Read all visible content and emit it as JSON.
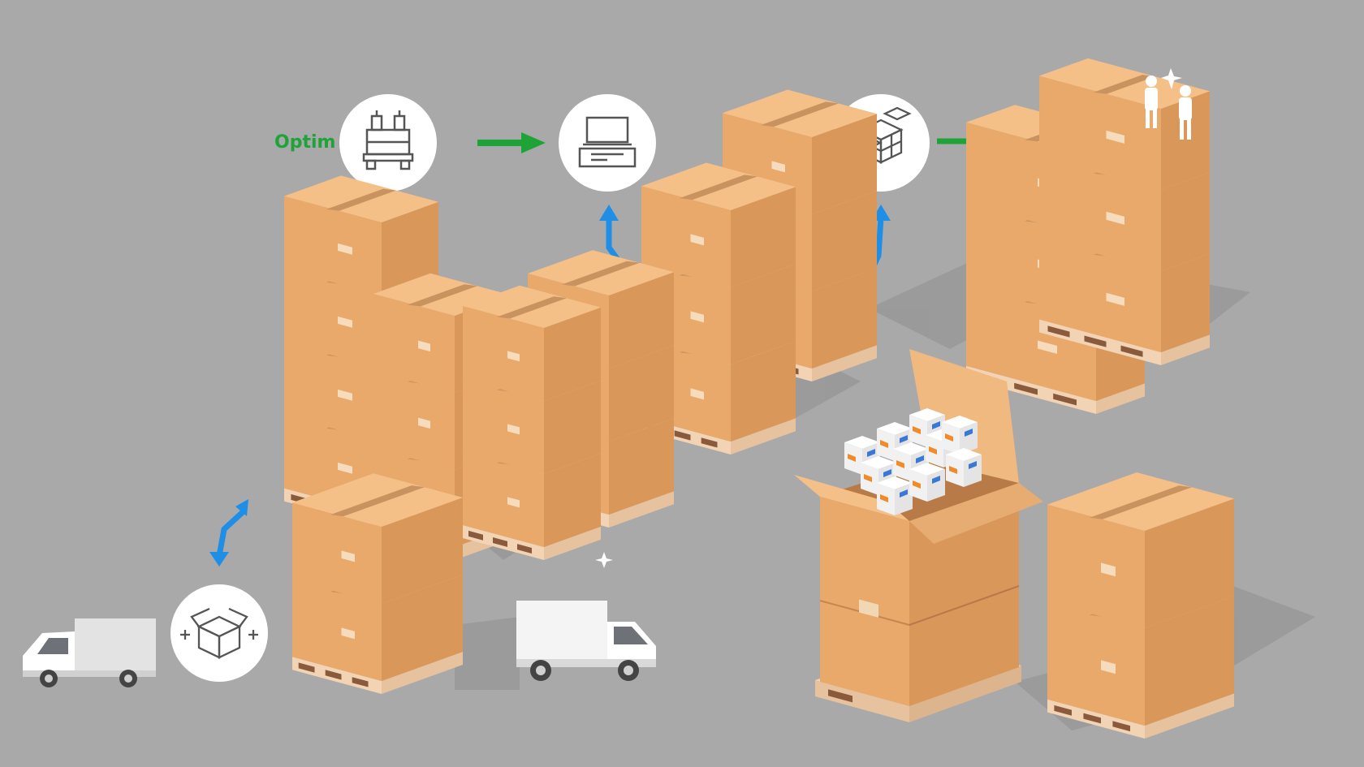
{
  "header": {
    "label": "Optim"
  },
  "colors": {
    "background": "#a9a9a9",
    "floor_shadow": "#8f8f8f",
    "box_top": "#f4c088",
    "box_left": "#e8a96a",
    "box_right": "#d9985a",
    "tape": "#c99360",
    "pallet": "#f2d3b4",
    "pallet_slot": "#8a5a3c",
    "circle_bg": "#ffffff",
    "icon_stroke": "#555555",
    "flow_arrow": "#1fa339",
    "exchange_arrow": "#1e8ee6",
    "truck_body": "#f2f2f2",
    "truck_cab": "#ffffff",
    "truck_window": "#6e7278",
    "wheel": "#444444",
    "person": "#ffffff",
    "product_blue": "#3a78d6",
    "product_orange": "#f08b2c"
  },
  "process_steps": [
    {
      "id": "palletize",
      "icon": "pallet-machine-icon"
    },
    {
      "id": "inspect",
      "icon": "workstation-icon"
    },
    {
      "id": "stack",
      "icon": "stacked-boxes-icon"
    },
    {
      "id": "unpack",
      "icon": "open-box-icon"
    }
  ],
  "vehicles": [
    {
      "id": "van",
      "icon": "delivery-van-icon"
    },
    {
      "id": "truck",
      "icon": "box-truck-icon"
    }
  ],
  "people": {
    "icon": "people-icon"
  }
}
